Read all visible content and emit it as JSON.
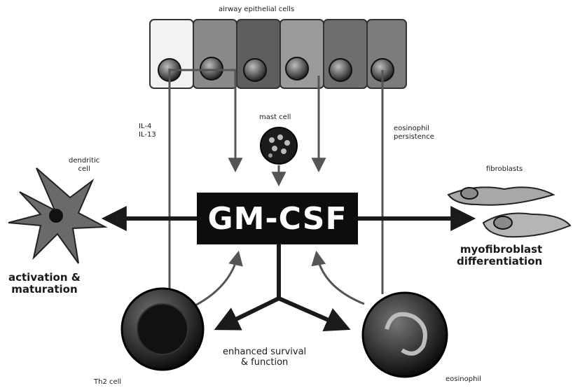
{
  "labels": {
    "airway": "airway epithelial cells",
    "il": "IL-4\nIL-13",
    "mast": "mast cell",
    "eos_persistence": "eosinophil\npersistence",
    "dendritic": "dendritic\ncell",
    "fibroblasts": "fibroblasts",
    "gmcsf": "GM-CSF",
    "myofib": "myofibroblast\ndifferentiation",
    "activation": "activation &\nmaturation",
    "survival": "enhanced survival\n& function",
    "th2": "Th2 cell",
    "eosinophil": "eosinophil"
  },
  "colors": {
    "cell_dark": "#4a4a4a",
    "cell_light": "#d6d6d6",
    "arrow": "#1a1a1a",
    "box": "#0d0d0d"
  }
}
